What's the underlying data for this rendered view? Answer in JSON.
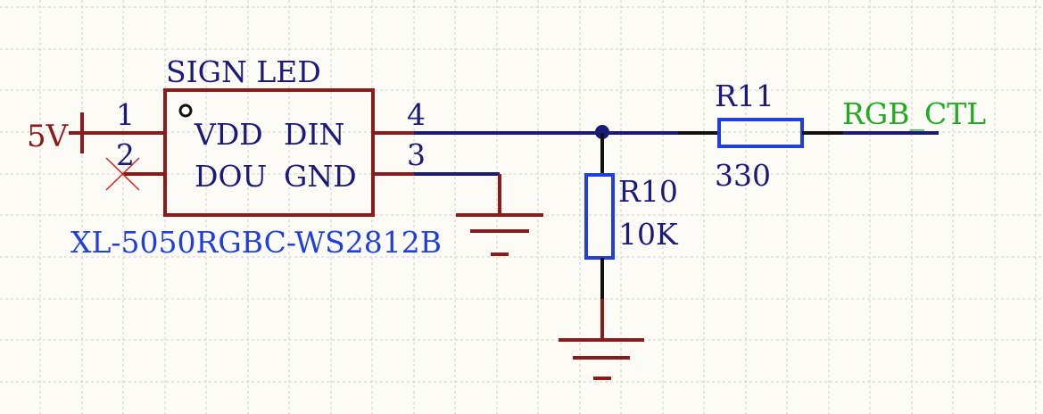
{
  "colors": {
    "background": "#fcfbf5",
    "grid": "#cfcfc9",
    "component": "#8b1a1a",
    "wire": "#1a1a7a",
    "designator": "#1a1a7a",
    "comment": "#1f3fe0",
    "resistor": "#1f3fe0",
    "netlabel": "#22aa22",
    "stub": "#111111"
  },
  "power": {
    "label": "5V"
  },
  "led": {
    "designator": "SIGN LED",
    "comment": "XL-5050RGBC-WS2812B",
    "pins": {
      "vdd": {
        "number": "1",
        "name": "VDD"
      },
      "dou": {
        "number": "2",
        "name": "DOU"
      },
      "din": {
        "number": "4",
        "name": "DIN"
      },
      "gnd": {
        "number": "3",
        "name": "GND"
      }
    }
  },
  "r10": {
    "designator": "R10",
    "value": "10K"
  },
  "r11": {
    "designator": "R11",
    "value": "330"
  },
  "net": {
    "label": "RGB_CTL"
  }
}
